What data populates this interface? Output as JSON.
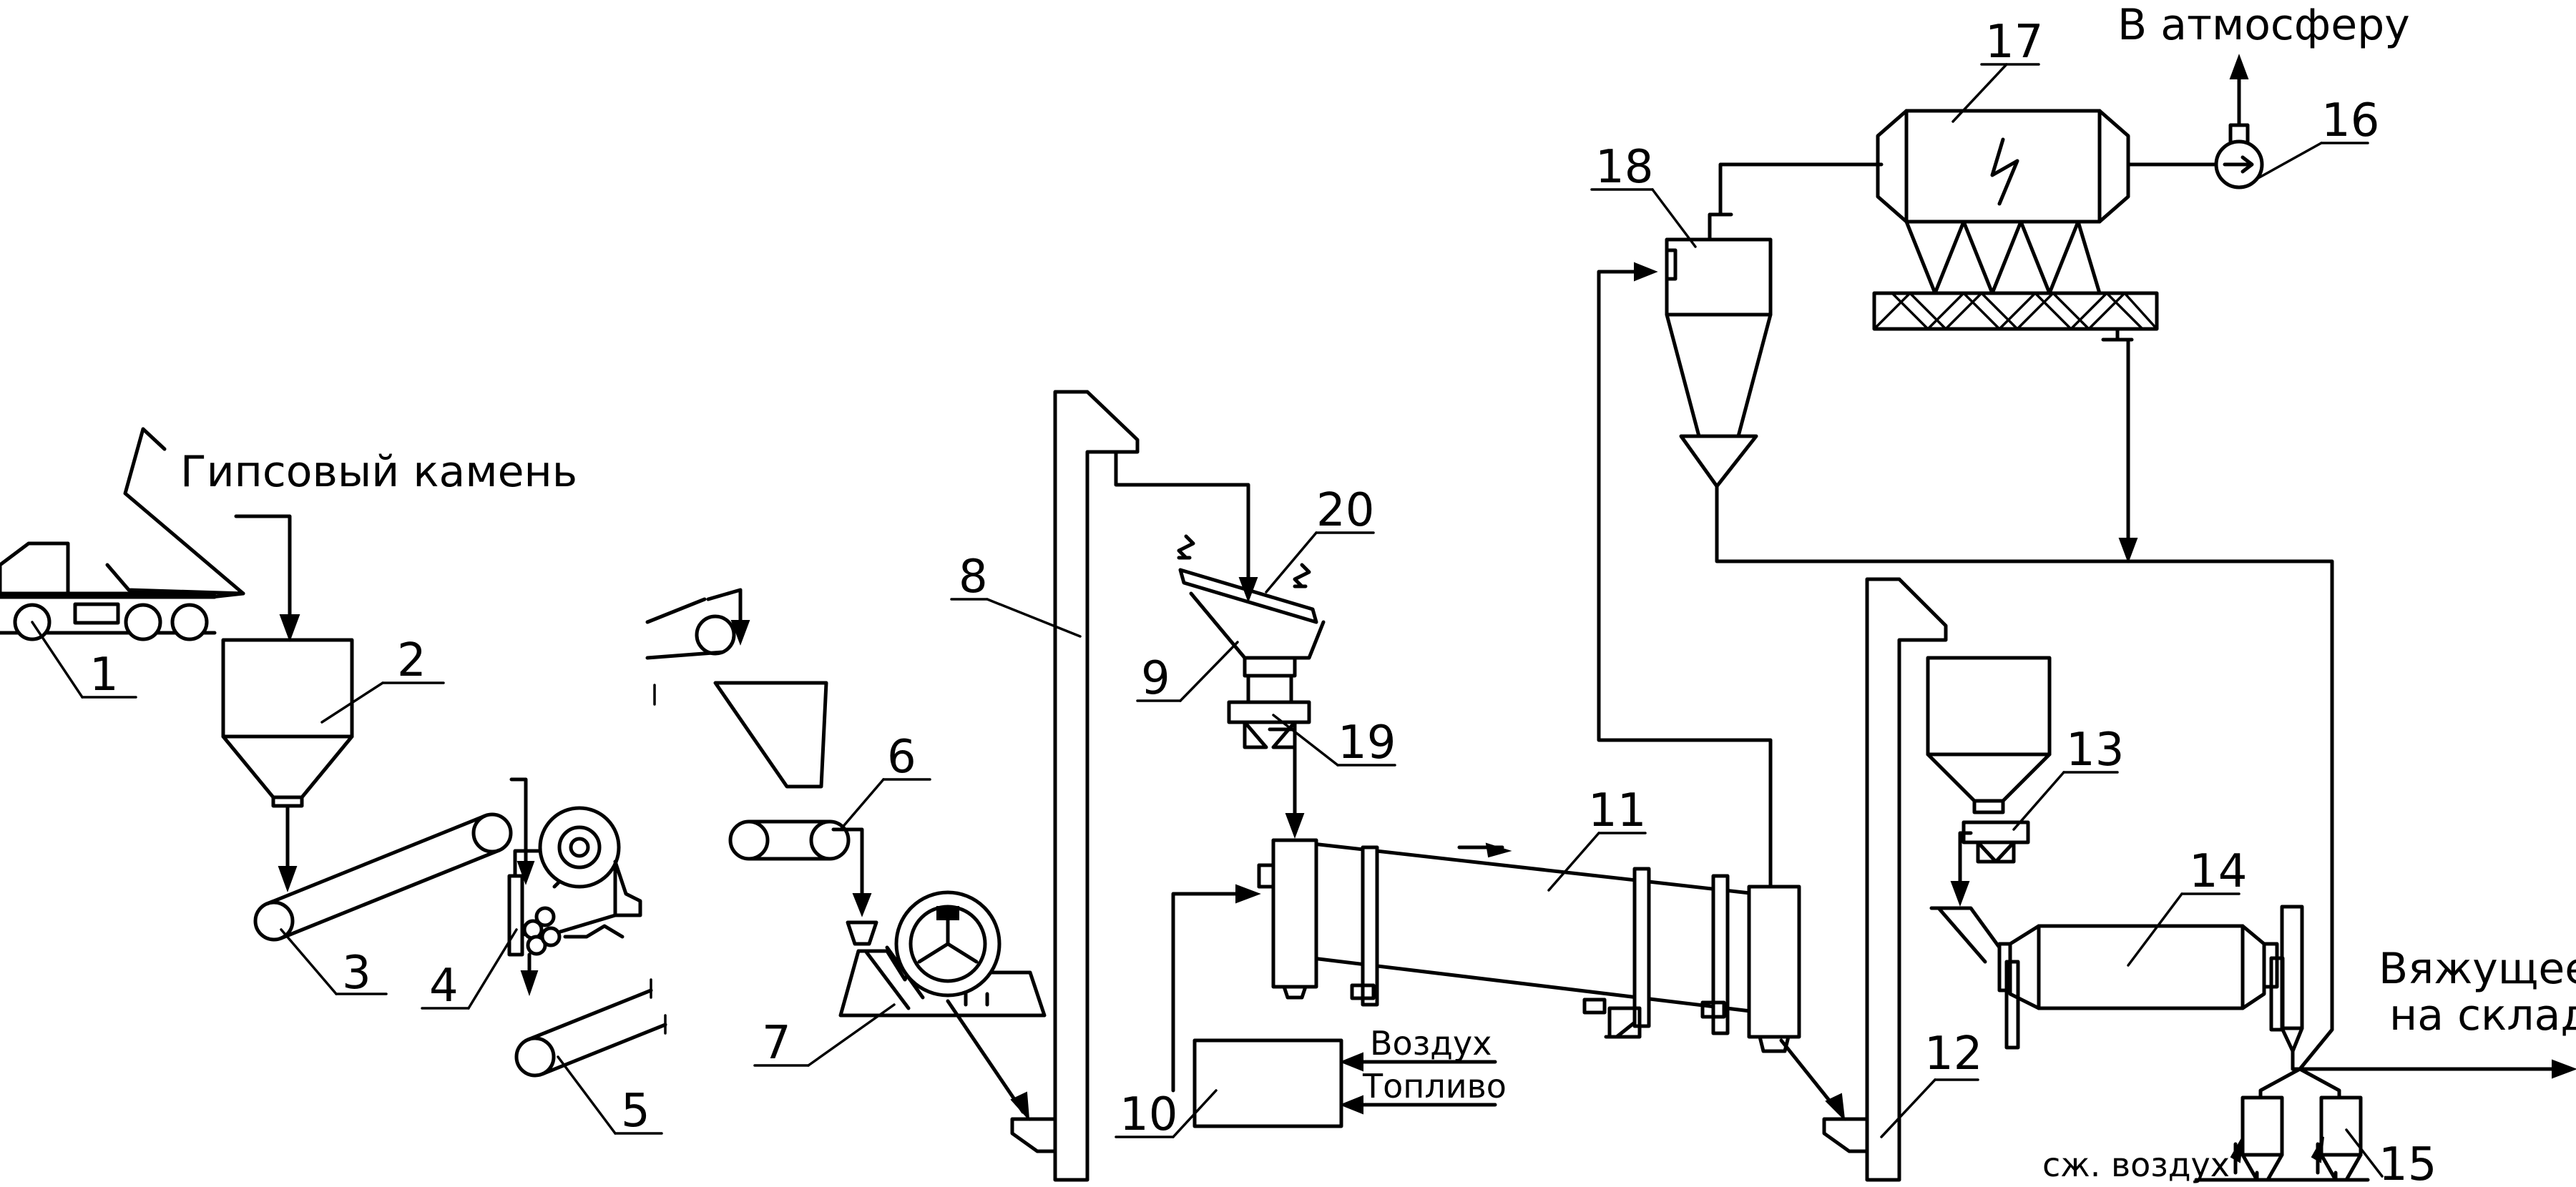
{
  "diagram": {
    "labels": {
      "gypsum_stone": "Гипсовый камень",
      "atmosphere": "В атмосферу",
      "binder_line1": "Вяжущее",
      "binder_line2": "на склад",
      "air": "Воздух",
      "fuel": "Топливо",
      "compressed_air": "сж. воздух"
    },
    "numbers": [
      "1",
      "2",
      "3",
      "4",
      "5",
      "6",
      "7",
      "8",
      "9",
      "10",
      "11",
      "12",
      "13",
      "14",
      "15",
      "16",
      "17",
      "18",
      "19",
      "20"
    ],
    "colors": {
      "line": "#000000",
      "background": "#ffffff"
    }
  }
}
